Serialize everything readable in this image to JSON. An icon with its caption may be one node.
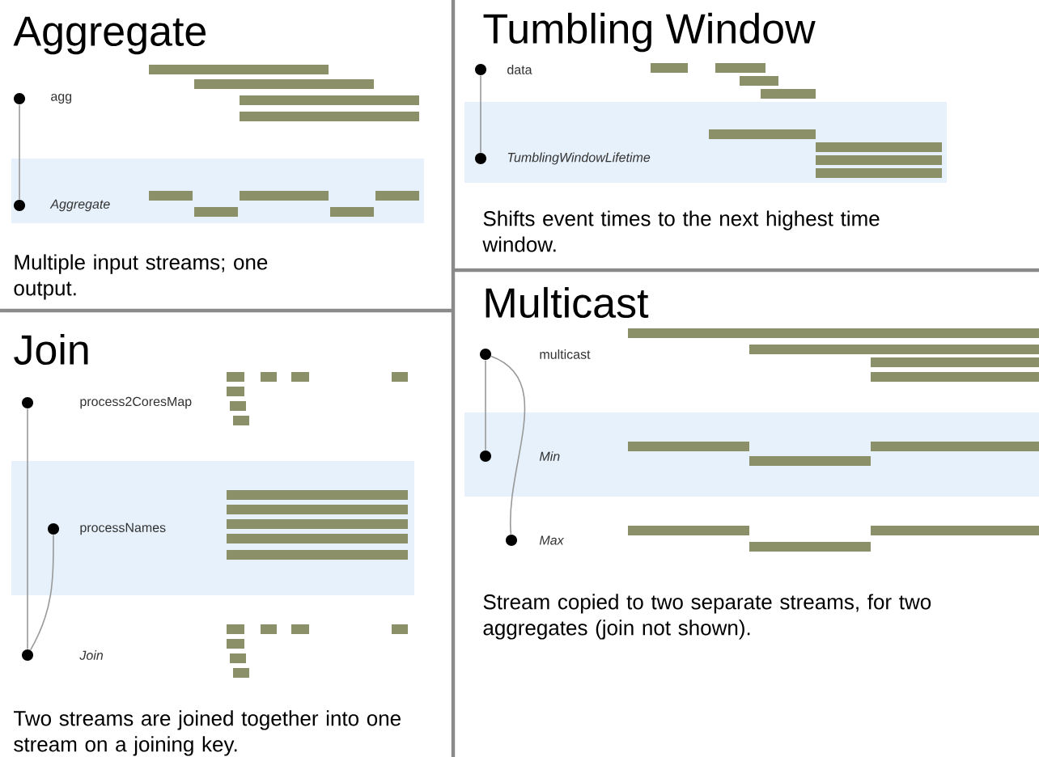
{
  "diagram": {
    "nodes": [
      {
        "text": [
          "Aggregate",
          "Multiple input streams; one output."
        ]
      },
      {
        "text": [],
        "shape": "circle",
        "beside": [
          "agg"
        ],
        "in": 0
      },
      {
        "text": [],
        "shape": "circle",
        "beside": [
          "Aggregate"
        ],
        "in": 0
      },
      {
        "text": [
          "Tumbling Window",
          "Shifts event times to the next highest time window."
        ]
      },
      {
        "text": [],
        "shape": "circle",
        "beside": [
          "data"
        ],
        "in": 3
      },
      {
        "text": [],
        "shape": "circle",
        "beside": [
          "TumblingWindowLifetime"
        ],
        "in": 3
      },
      {
        "text": [
          "Join",
          "Two streams are joined together into one stream on a joining key."
        ]
      },
      {
        "text": [],
        "shape": "circle",
        "beside": [
          "process2CoresMap"
        ],
        "in": 6
      },
      {
        "text": [],
        "shape": "circle",
        "beside": [
          "processNames"
        ],
        "in": 6
      },
      {
        "text": [],
        "shape": "circle",
        "beside": [
          "Join"
        ],
        "in": 6
      },
      {
        "text": [
          "Multicast",
          "Stream copied to two separate streams, for two aggregates (join not shown)."
        ]
      },
      {
        "text": [],
        "shape": "circle",
        "beside": [
          "multicast"
        ],
        "in": 10
      },
      {
        "text": [],
        "shape": "circle",
        "beside": [
          "Min"
        ],
        "in": 10
      },
      {
        "text": [],
        "shape": "circle",
        "beside": [
          "Max"
        ],
        "in": 10
      }
    ],
    "edges": [
      {
        "from": 1,
        "to": 2,
        "arrow": "none"
      },
      {
        "from": 4,
        "to": 5,
        "arrow": "none"
      },
      {
        "from": 7,
        "to": 9,
        "arrow": "none"
      },
      {
        "from": 8,
        "to": 9,
        "arrow": "none"
      },
      {
        "from": 11,
        "to": 12,
        "arrow": "none"
      },
      {
        "from": 11,
        "to": 13,
        "arrow": "none"
      }
    ]
  }
}
